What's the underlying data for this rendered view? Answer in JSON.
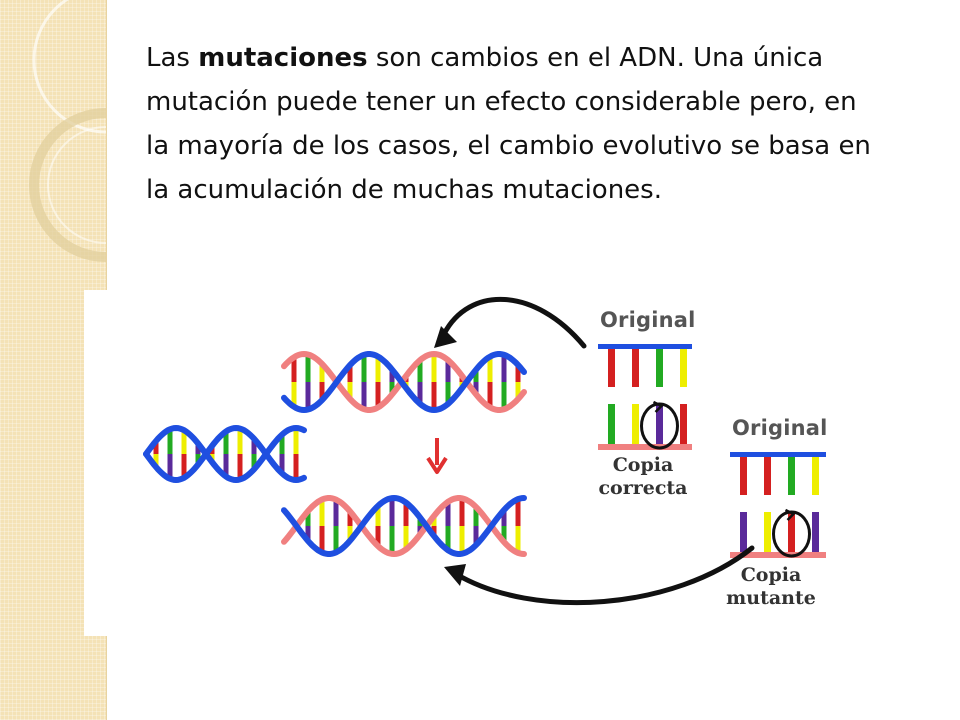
{
  "paragraph": {
    "part1": "Las ",
    "bold": "mutaciones",
    "part2": " son cambios en el ADN. Una única mutación puede tener un efecto considerable pero, en la mayoría de los casos, el cambio evolutivo se basa en la acumulación de muchas mutaciones."
  },
  "figure": {
    "correct_panel": {
      "title": "Original",
      "caption_line1": "Copia",
      "caption_line2": "correcta"
    },
    "mutant_panel": {
      "title": "Original",
      "caption_line1": "Copia",
      "caption_line2": "mutante"
    },
    "colors": {
      "strand_blue": "#1f4fe0",
      "strand_red": "#f08080",
      "arrow_red": "#e03030",
      "base_red": "#d42020",
      "base_green": "#22aa22",
      "base_yellow": "#eeee00",
      "base_purple": "#5a2a9a"
    }
  }
}
